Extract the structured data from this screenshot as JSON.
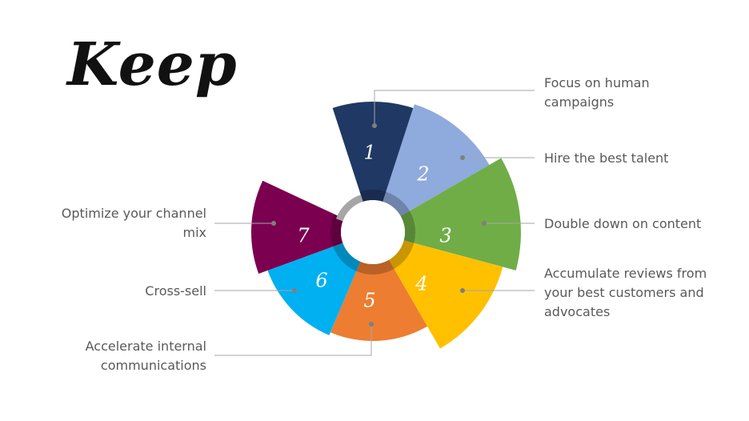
{
  "title": "Keep",
  "segments": [
    {
      "number": "1",
      "label": [
        "Focus on human",
        "campaigns"
      ],
      "color": "#203864"
    },
    {
      "number": "2",
      "label": [
        "Hire the best talent"
      ],
      "color": "#8FAADC"
    },
    {
      "number": "3",
      "label": [
        "Double down on content"
      ],
      "color": "#70AD47"
    },
    {
      "number": "4",
      "label": [
        "Accumulate reviews from",
        "your best customers and",
        "advocates"
      ],
      "color": "#FFC000"
    },
    {
      "number": "5",
      "label": [
        "Accelerate internal",
        "communications"
      ],
      "color": "#ED7D31"
    },
    {
      "number": "6",
      "label": [
        "Cross-sell"
      ],
      "color": "#00B0F0"
    },
    {
      "number": "7",
      "label": [
        "Optimize your channel",
        "mix"
      ],
      "color": "#7B0050"
    }
  ],
  "ring_color": "#A6A6A6",
  "connector_color": "#A6A6A6"
}
